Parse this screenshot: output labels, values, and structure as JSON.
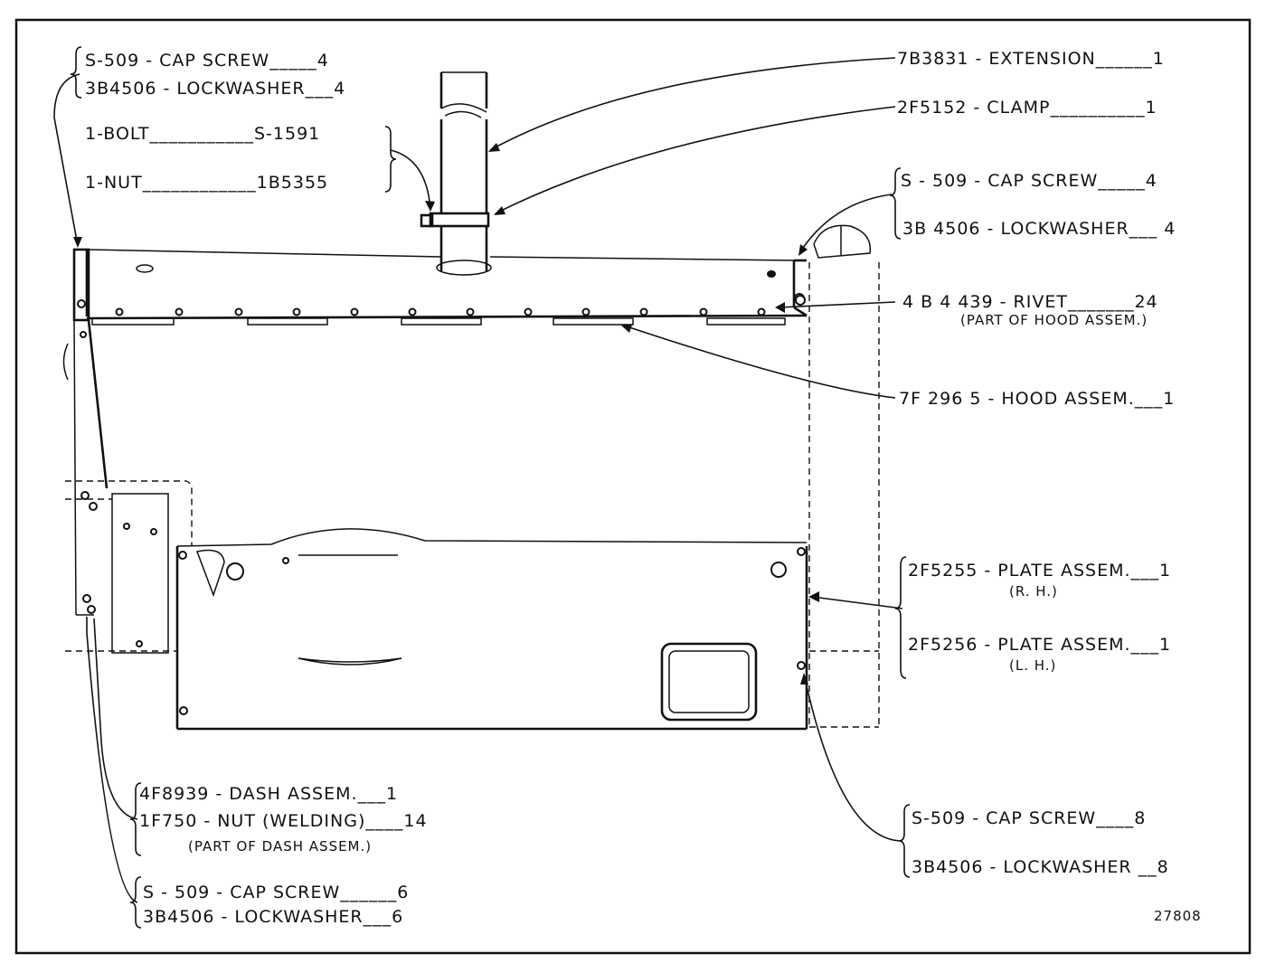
{
  "labels": {
    "tl_capscrew": "S-509 - CAP SCREW_____4",
    "tl_lockwasher": "3B4506 - LOCKWASHER___4",
    "bolt": "1-BOLT___________S-1591",
    "nut": "1-NUT____________1B5355",
    "extension": "7B3831 - EXTENSION______1",
    "clamp": "2F5152 - CLAMP__________1",
    "tr_capscrew": "S - 509 - CAP SCREW_____4",
    "tr_lockwasher": "3B 4506 - LOCKWASHER___ 4",
    "rivet": "4 B 4 439 - RIVET_______24",
    "rivet_note": "(PART OF HOOD ASSEM.)",
    "hood": "7F 296 5 - HOOD ASSEM.___1",
    "plate_rh": "2F5255 - PLATE ASSEM.___1",
    "plate_rh_side": "(R. H.)",
    "plate_lh": "2F5256 - PLATE ASSEM.___1",
    "plate_lh_side": "(L. H.)",
    "dash": "4F8939 - DASH ASSEM.___1",
    "nut_welding": "1F750 - NUT (WELDING)____14",
    "nut_welding_note": "(PART OF DASH ASSEM.)",
    "bl_capscrew": "S - 509 - CAP SCREW______6",
    "bl_lockwasher": "3B4506 - LOCKWASHER___6",
    "br_capscrew": "S-509 - CAP SCREW____8",
    "br_lockwasher": "3B4506 - LOCKWASHER __8",
    "figure_number": "27808"
  }
}
